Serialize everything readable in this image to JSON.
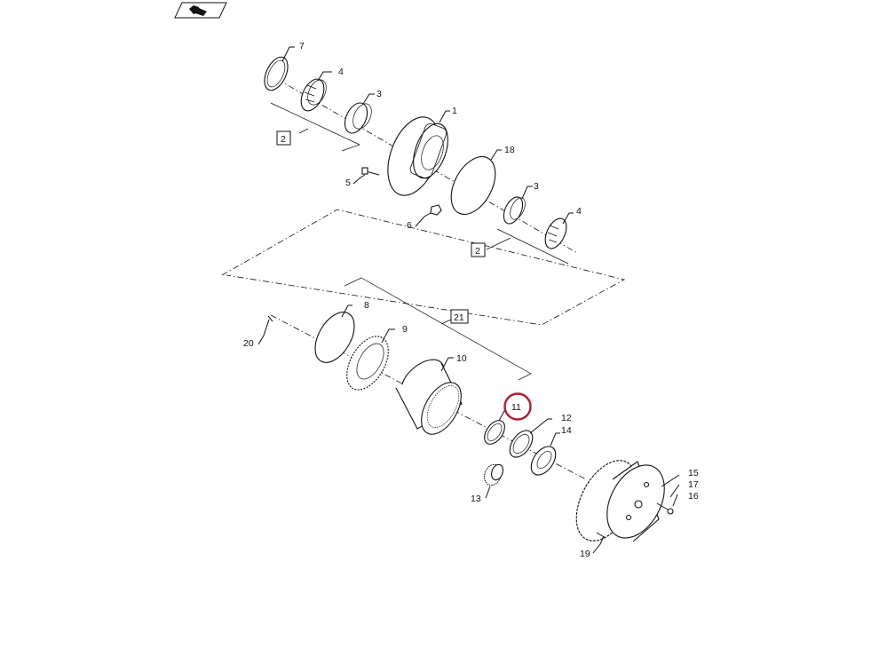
{
  "header": {
    "icon": "book-page-icon"
  },
  "highlight_color": "#b01e2e",
  "callouts": [
    {
      "id": "c1",
      "label": "1"
    },
    {
      "id": "c2a",
      "label": "2"
    },
    {
      "id": "c2b",
      "label": "2"
    },
    {
      "id": "c3a",
      "label": "3"
    },
    {
      "id": "c3b",
      "label": "3"
    },
    {
      "id": "c4a",
      "label": "4"
    },
    {
      "id": "c4b",
      "label": "4"
    },
    {
      "id": "c5",
      "label": "5"
    },
    {
      "id": "c6",
      "label": "6"
    },
    {
      "id": "c7",
      "label": "7"
    },
    {
      "id": "c8",
      "label": "8"
    },
    {
      "id": "c9",
      "label": "9"
    },
    {
      "id": "c10",
      "label": "10"
    },
    {
      "id": "c11",
      "label": "11"
    },
    {
      "id": "c12",
      "label": "12"
    },
    {
      "id": "c13",
      "label": "13"
    },
    {
      "id": "c14",
      "label": "14"
    },
    {
      "id": "c15",
      "label": "15"
    },
    {
      "id": "c16",
      "label": "16"
    },
    {
      "id": "c17",
      "label": "17"
    },
    {
      "id": "c18",
      "label": "18"
    },
    {
      "id": "c19",
      "label": "19"
    },
    {
      "id": "c20",
      "label": "20"
    },
    {
      "id": "c21",
      "label": "21"
    }
  ]
}
